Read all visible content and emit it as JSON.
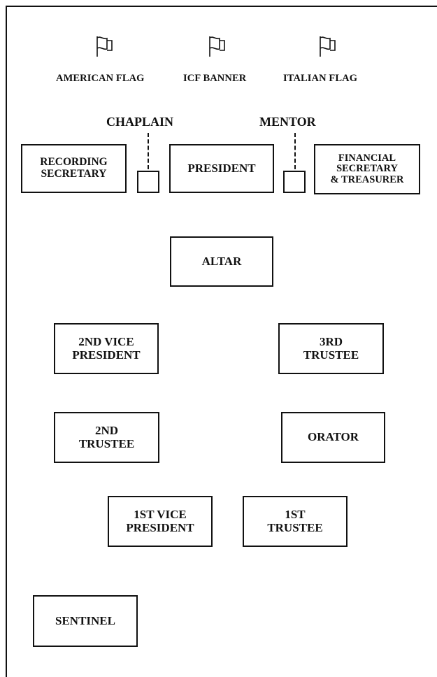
{
  "flags": [
    {
      "label": "AMERICAN FLAG",
      "icon": "flag-icon"
    },
    {
      "label": "ICF BANNER",
      "icon": "flag-icon"
    },
    {
      "label": "ITALIAN FLAG",
      "icon": "flag-icon"
    }
  ],
  "officers_top": {
    "chaplain": "CHAPLAIN",
    "mentor": "MENTOR"
  },
  "boxes": {
    "recording_secretary": [
      "RECORDING",
      "SECRETARY"
    ],
    "president": [
      "PRESIDENT"
    ],
    "financial_secretary": [
      "FINANCIAL",
      "SECRETARY",
      "& TREASURER"
    ],
    "altar": [
      "ALTAR"
    ],
    "second_vice_president": [
      "2ND VICE",
      "PRESIDENT"
    ],
    "third_trustee": [
      "3RD",
      "TRUSTEE"
    ],
    "second_trustee": [
      "2ND",
      "TRUSTEE"
    ],
    "orator": [
      "ORATOR"
    ],
    "first_vice_president": [
      "1ST VICE",
      "PRESIDENT"
    ],
    "first_trustee": [
      "1ST",
      "TRUSTEE"
    ],
    "sentinel": [
      "SENTINEL"
    ]
  },
  "colors": {
    "ink": "#111111",
    "background": "#ffffff"
  }
}
